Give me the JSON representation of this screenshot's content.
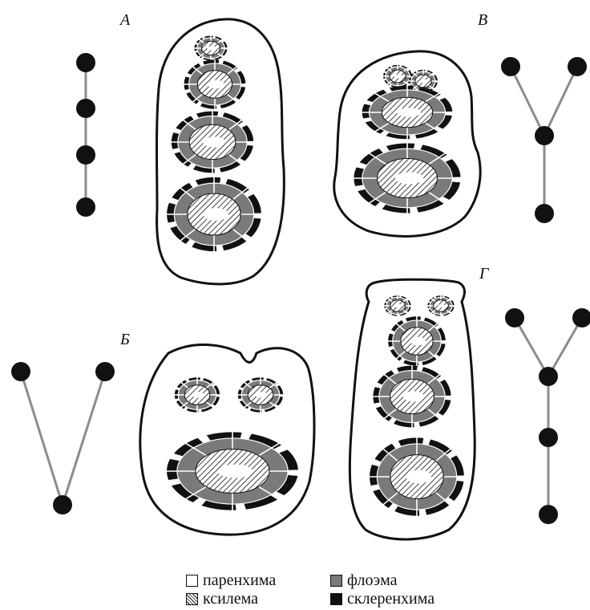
{
  "panels": [
    {
      "id": "A",
      "label": "А"
    },
    {
      "id": "B",
      "label": "Б"
    },
    {
      "id": "V",
      "label": "В"
    },
    {
      "id": "G",
      "label": "Г"
    }
  ],
  "legend": [
    {
      "key": "parenchyma",
      "label": "паренхима",
      "pattern": "white"
    },
    {
      "key": "xylem",
      "label": "ксилема",
      "pattern": "hatched"
    },
    {
      "key": "phloem",
      "label": "флоэма",
      "pattern": "gray"
    },
    {
      "key": "sclerenchyma",
      "label": "склеренхима",
      "pattern": "black"
    }
  ],
  "colors": {
    "outline": "#111111",
    "phloem": "#7a7a7a",
    "sclerenchyma": "#111111",
    "parenchyma": "#ffffff",
    "graph_edge": "#8c8c8c",
    "graph_node": "#111111"
  }
}
